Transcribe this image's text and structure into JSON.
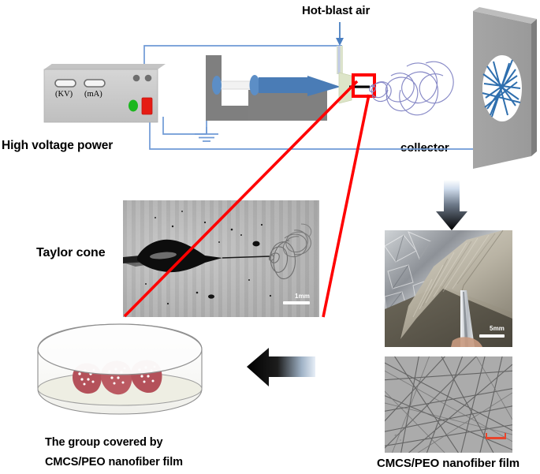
{
  "figure": {
    "type": "schematic-diagram",
    "subject": "Electrospinning setup for CMCS/PEO nanofiber film"
  },
  "labels": {
    "high_voltage_power": "High voltage power",
    "hot_blast_air": "Hot-blast air",
    "collector": "collector",
    "taylor_cone": "Taylor cone",
    "petri_line1": "The group covered by",
    "petri_line2": "CMCS/PEO nanofiber film",
    "sem_caption": "CMCS/PEO nanofiber film"
  },
  "power_supply": {
    "display_kv": "(KV)",
    "display_ma": "(mA)",
    "body_color": "#c9c9c9",
    "side_color": "#9a9a9a",
    "led_green": "#17b01a",
    "button_red": "#e01b16",
    "knob_color": "#757575"
  },
  "scale_bars": {
    "taylor_cone": "1mm",
    "foil_photo": "5mm",
    "sem_photo": ""
  },
  "colors": {
    "wire_blue": "#5b8fd4",
    "syringe_blue": "#4472a8",
    "pump_gray": "#808080",
    "nozzle_green": "#dfe6cb",
    "highlight_red": "#ff0000",
    "jet_purple": "#8a8cc8",
    "collector_gray": "#9e9e9e",
    "fiber_blue": "#2f6fae",
    "wound_red": "#b4515a"
  },
  "elements": {
    "ground_symbol": "ground-symbol",
    "needle_highlight": "red-zoom-box",
    "arrow_down": "gradient-down-arrow",
    "arrow_left": "gradient-left-arrow",
    "jet_spiral": "whipping-jet-spiral"
  }
}
